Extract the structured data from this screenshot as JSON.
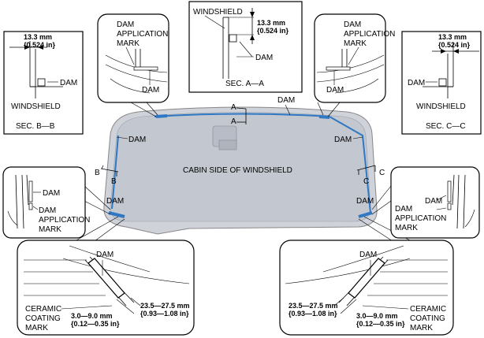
{
  "windshield": {
    "center_label": "CABIN SIDE OF WINDSHIELD",
    "dam_labels": [
      "DAM",
      "DAM",
      "DAM",
      "DAM",
      "DAM"
    ],
    "section_markers": {
      "a": "A",
      "b": "B",
      "c": "C"
    }
  },
  "sec_aa": {
    "windshield_label": "WINDSHIELD",
    "dim_mm": "13.3 mm",
    "dim_in": "{0.524 in}",
    "dam_label": "DAM",
    "caption": "SEC. A—A"
  },
  "sec_bb": {
    "dim_mm": "13.3 mm",
    "dim_in": "{0.524 in}",
    "dam_label": "DAM",
    "windshield_label": "WINDSHIELD",
    "caption": "SEC. B—B"
  },
  "sec_cc": {
    "dim_mm": "13.3 mm",
    "dim_in": "{0.524 in}",
    "dam_label": "DAM",
    "windshield_label": "WINDSHIELD",
    "caption": "SEC. C—C"
  },
  "detail_top_left": {
    "mark_line1": "DAM",
    "mark_line2": "APPLICATION",
    "mark_line3": "MARK",
    "dam_label": "DAM"
  },
  "detail_top_right": {
    "mark_line1": "DAM",
    "mark_line2": "APPLICATION",
    "mark_line3": "MARK",
    "dam_label": "DAM"
  },
  "detail_mid_left": {
    "dam_label": "DAM",
    "mark_line1": "DAM",
    "mark_line2": "APPLICATION",
    "mark_line3": "MARK"
  },
  "detail_mid_right": {
    "dam_label": "DAM",
    "mark_line1": "DAM",
    "mark_line2": "APPLICATION",
    "mark_line3": "MARK"
  },
  "detail_bottom_left": {
    "dam_label": "DAM",
    "ceramic_line1": "CERAMIC",
    "ceramic_line2": "COATING",
    "ceramic_line3": "MARK",
    "dim1_mm": "3.0—9.0 mm",
    "dim1_in": "{0.12—0.35 in}",
    "dim2_mm": "23.5—27.5 mm",
    "dim2_in": "{0.93—1.08 in}"
  },
  "detail_bottom_right": {
    "dam_label": "DAM",
    "ceramic_line1": "CERAMIC",
    "ceramic_line2": "COATING",
    "ceramic_line3": "MARK",
    "dim1_mm": "3.0—9.0 mm",
    "dim1_in": "{0.12—0.35 in}",
    "dim2_mm": "23.5—27.5 mm",
    "dim2_in": "{0.93—1.08 in}"
  }
}
